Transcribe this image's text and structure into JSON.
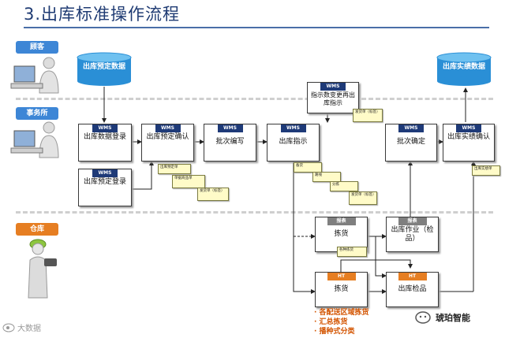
{
  "title": "3.出库标准操作流程",
  "lanes": {
    "sales": "顾客",
    "office": "事务所",
    "warehouse": "仓库"
  },
  "badges": {
    "wms": "WMS",
    "report": "报表",
    "ht": "HT"
  },
  "cylinders": {
    "plan": "出库预定数据",
    "actual": "出库实绩数据"
  },
  "boxes": {
    "data_register": "出库数据登录",
    "plan_register": "出库预定登录",
    "plan_confirm": "出库预定确认",
    "batch_edit": "批次编写",
    "instruct": "出库指示",
    "instruct_change": "指示数变更再出库指示",
    "batch_confirm": "批次确定",
    "actual_confirm": "出库实绩确认",
    "picking_report": "拣货",
    "inspect_work": "出库作业（检品）",
    "picking_ht": "拣货",
    "inspect_ht": "出库检品"
  },
  "notes": {
    "n1": "出库预定单",
    "n2": "单据商品单",
    "n3": "发货单（标签）",
    "n4": "备货",
    "n5": "路线",
    "n6": "分拣",
    "n7": "发货单（标签）",
    "n8": "发货单（标签）",
    "n9": "出库实绩单",
    "n10": "各种拣货"
  },
  "methods": [
    "· 各配送区域拣货",
    "· 汇总拣货",
    "· 播种式分类"
  ],
  "watermark": "大数据",
  "brand": "琥珀智能"
}
